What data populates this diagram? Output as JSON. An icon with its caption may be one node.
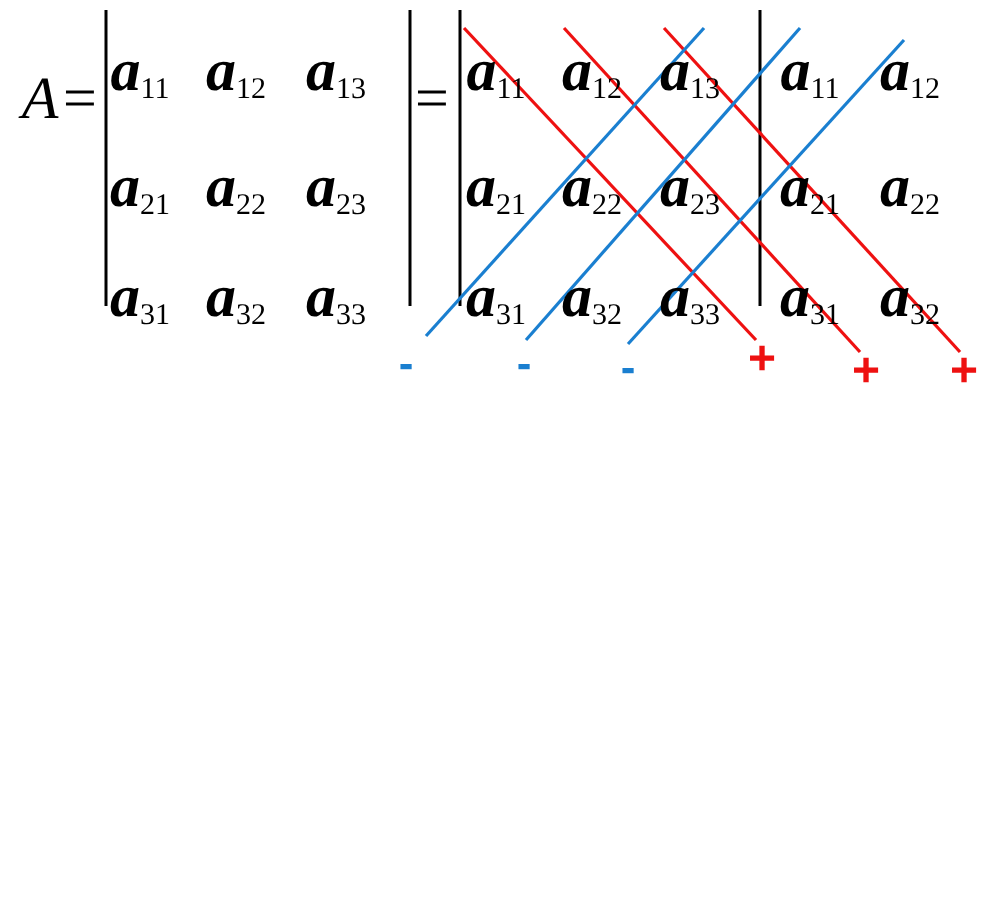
{
  "diagram": {
    "labels": [
      "A",
      "=",
      "a$_{11}$",
      "a$_{12}$",
      "a$_{13}$",
      "a$_{21}$",
      "a$_{22}$",
      "a$_{23}$",
      "a$_{31}$",
      "a$_{32}$",
      "a$_{33}$",
      "=",
      "a$_{11}$",
      "a$_{12}$",
      "a$_{13}$",
      "a$_{21}$",
      "a$_{22}$",
      "a$_{23}$",
      "a$_{31}$",
      "a$_{32}$",
      "a$_{33}$",
      "a$_{11}$",
      "a$_{12}$",
      "a$_{21}$",
      "a$_{22}$",
      "a$_{31}$",
      "a$_{32}$",
      "-",
      "-",
      "-",
      "+",
      "+",
      "+"
    ]
  }
}
